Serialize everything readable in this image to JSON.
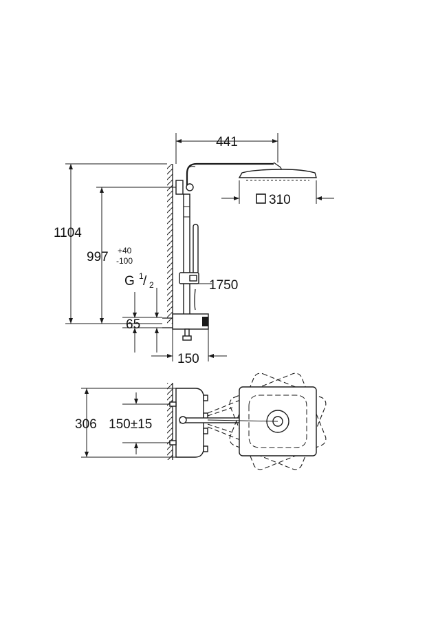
{
  "side_view": {
    "dim_width_top": "441",
    "dim_head_size": "310",
    "dim_total_height": "1104",
    "dim_height_main": "997",
    "dim_height_tol_plus": "+40",
    "dim_height_tol_minus": "-100",
    "dim_thread_prefix": "G",
    "dim_thread_num": "1",
    "dim_thread_den": "2",
    "dim_hose": "1750",
    "dim_inlet_height": "65",
    "dim_projection": "150"
  },
  "top_view": {
    "dim_depth": "306",
    "dim_spacing": "150±15"
  }
}
